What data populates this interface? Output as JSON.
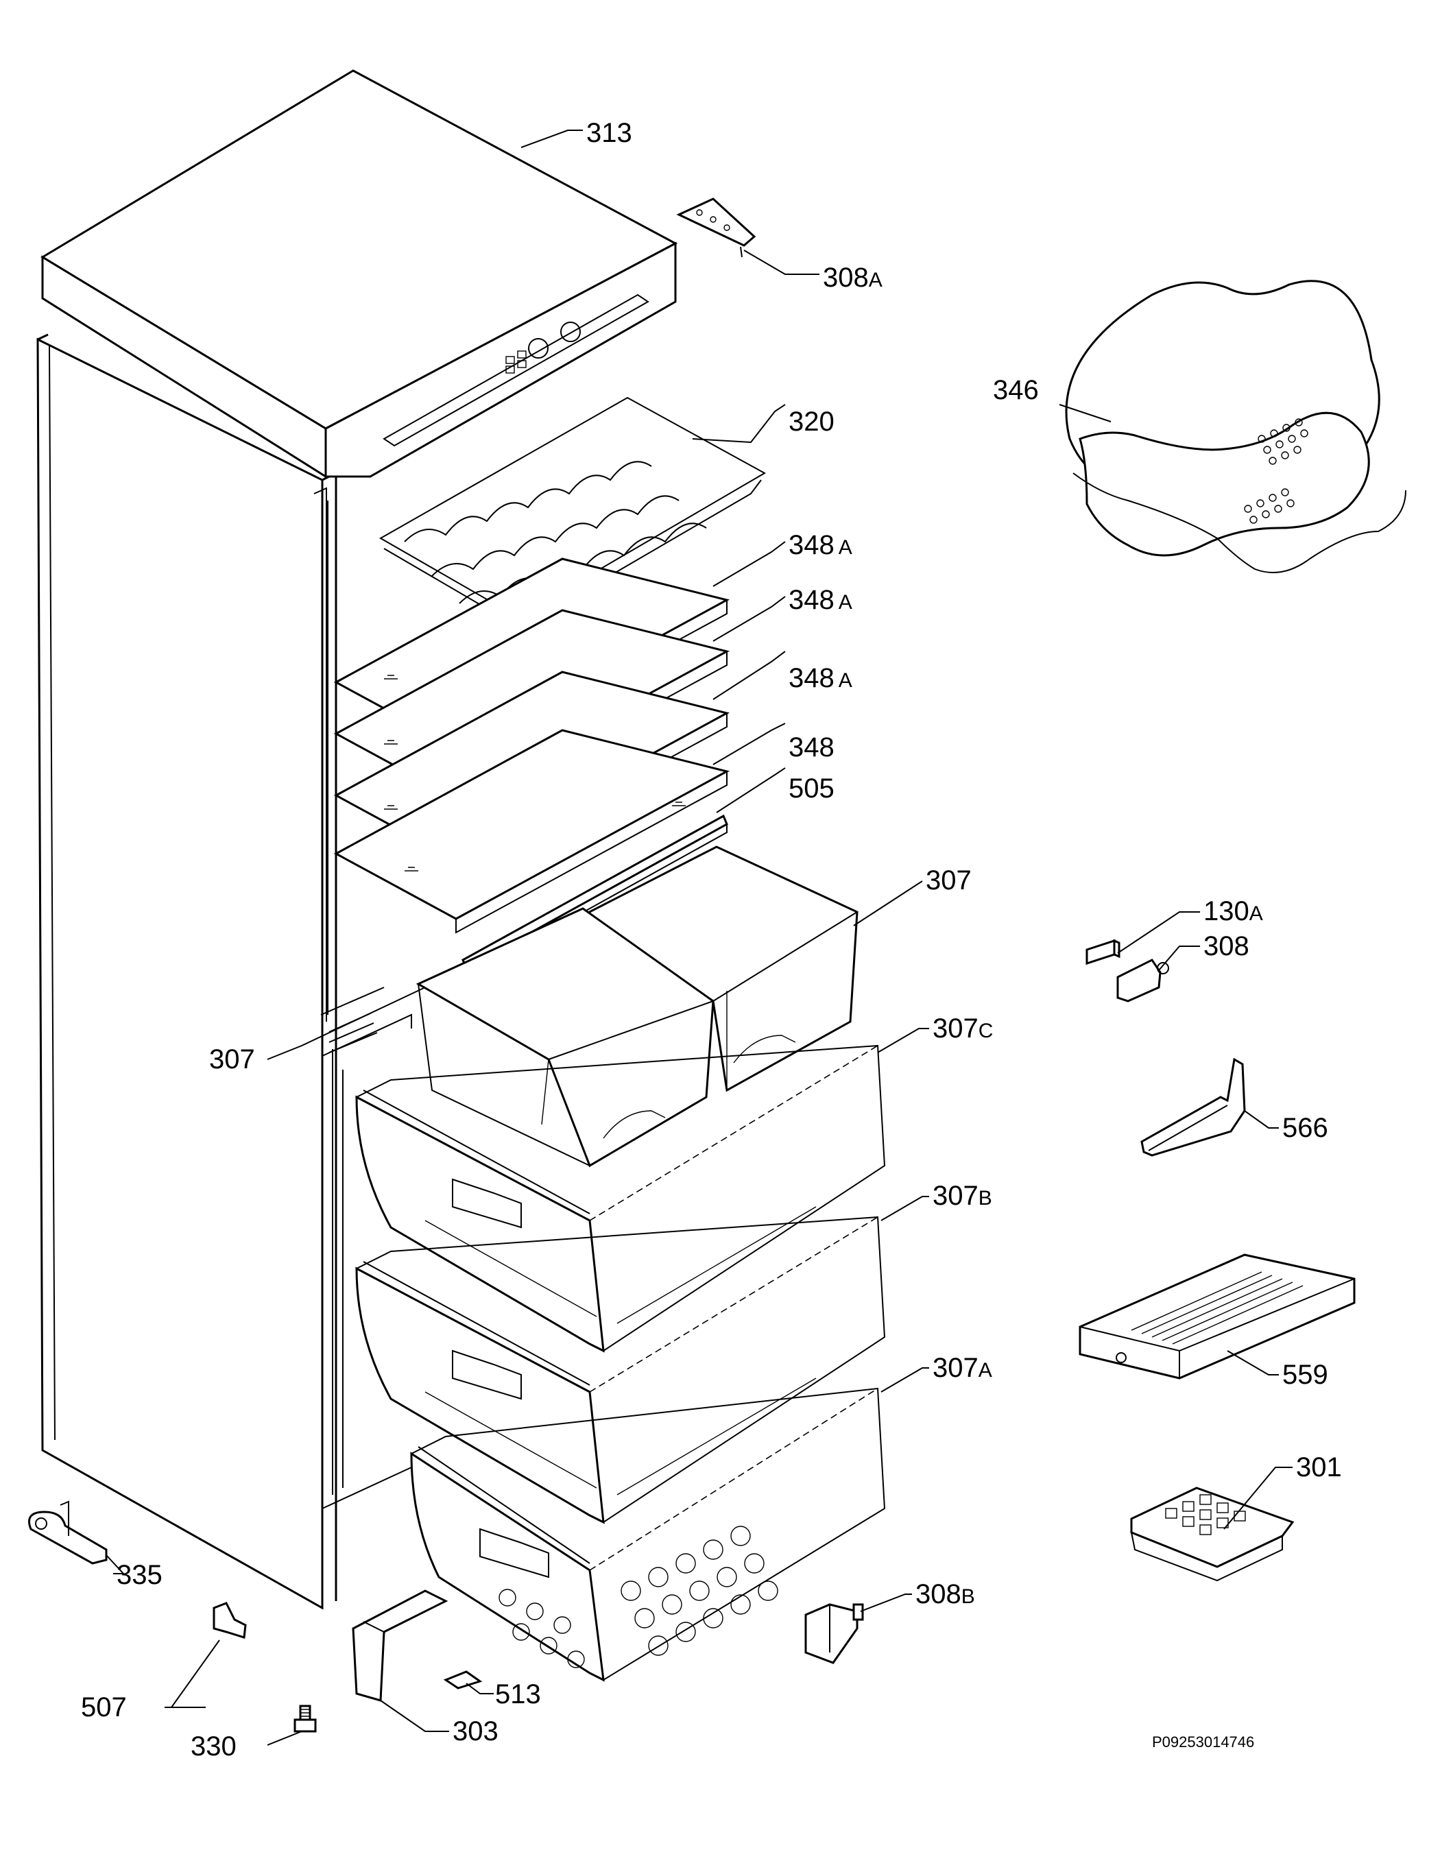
{
  "diagram": {
    "reference_code": "P09253014746",
    "labels": [
      {
        "id": "313",
        "main": "313",
        "sub": ""
      },
      {
        "id": "308A",
        "main": "308",
        "sub": "A"
      },
      {
        "id": "346",
        "main": "346",
        "sub": ""
      },
      {
        "id": "320",
        "main": "320",
        "sub": ""
      },
      {
        "id": "348A_1",
        "main": "348",
        "sub": "A"
      },
      {
        "id": "348A_2",
        "main": "348",
        "sub": "A"
      },
      {
        "id": "348A_3",
        "main": "348",
        "sub": "A"
      },
      {
        "id": "348",
        "main": "348",
        "sub": ""
      },
      {
        "id": "505",
        "main": "505",
        "sub": ""
      },
      {
        "id": "307_right",
        "main": "307",
        "sub": ""
      },
      {
        "id": "130A",
        "main": "130",
        "sub": "A"
      },
      {
        "id": "308",
        "main": "308",
        "sub": ""
      },
      {
        "id": "307_left",
        "main": "307",
        "sub": ""
      },
      {
        "id": "307C",
        "main": "307",
        "sub": "C"
      },
      {
        "id": "566",
        "main": "566",
        "sub": ""
      },
      {
        "id": "307B",
        "main": "307",
        "sub": "B"
      },
      {
        "id": "559",
        "main": "559",
        "sub": ""
      },
      {
        "id": "307A",
        "main": "307",
        "sub": "A"
      },
      {
        "id": "301",
        "main": "301",
        "sub": ""
      },
      {
        "id": "335",
        "main": "335",
        "sub": ""
      },
      {
        "id": "308B",
        "main": "308",
        "sub": "B"
      },
      {
        "id": "507",
        "main": "507",
        "sub": ""
      },
      {
        "id": "513",
        "main": "513",
        "sub": ""
      },
      {
        "id": "330",
        "main": "330",
        "sub": ""
      },
      {
        "id": "303",
        "main": "303",
        "sub": ""
      }
    ]
  }
}
